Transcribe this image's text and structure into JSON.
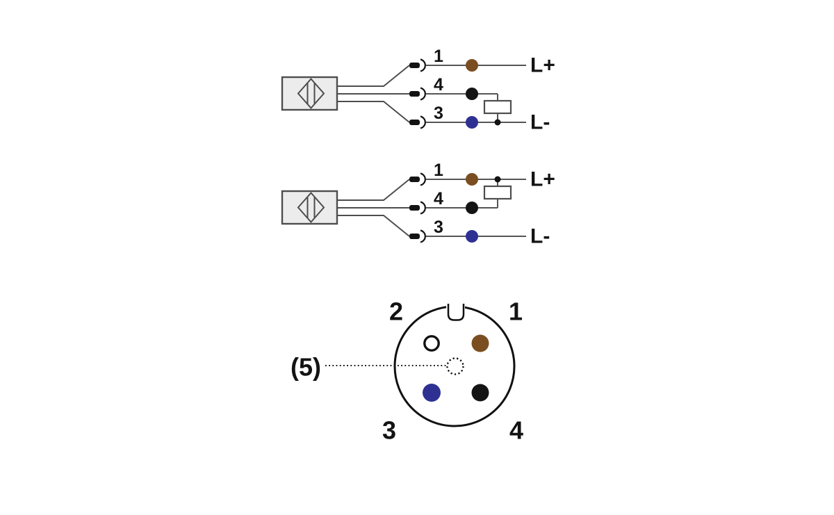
{
  "colors": {
    "brown": "#7a4e20",
    "black": "#141414",
    "blue": "#2e3192",
    "white": "#ffffff",
    "wire_gray": "#4d4d4d"
  },
  "diagrams": [
    {
      "terminals": [
        {
          "number": "1",
          "wire_color": "#7a4e20"
        },
        {
          "number": "4",
          "wire_color": "#141414"
        },
        {
          "number": "3",
          "wire_color": "#2e3192"
        }
      ],
      "rail_top": "L+",
      "rail_bottom": "L-"
    },
    {
      "terminals": [
        {
          "number": "1",
          "wire_color": "#7a4e20"
        },
        {
          "number": "4",
          "wire_color": "#141414"
        },
        {
          "number": "3",
          "wire_color": "#2e3192"
        }
      ],
      "rail_top": "L+",
      "rail_bottom": "L-"
    }
  ],
  "connector": {
    "pin_labels": {
      "top_left": "2",
      "top_right": "1",
      "bottom_left": "3",
      "bottom_right": "4",
      "center": "(5)"
    },
    "pin_colors": {
      "top_left": "#ffffff",
      "top_right": "#7a4e20",
      "bottom_left": "#2e3192",
      "bottom_right": "#141414"
    }
  }
}
